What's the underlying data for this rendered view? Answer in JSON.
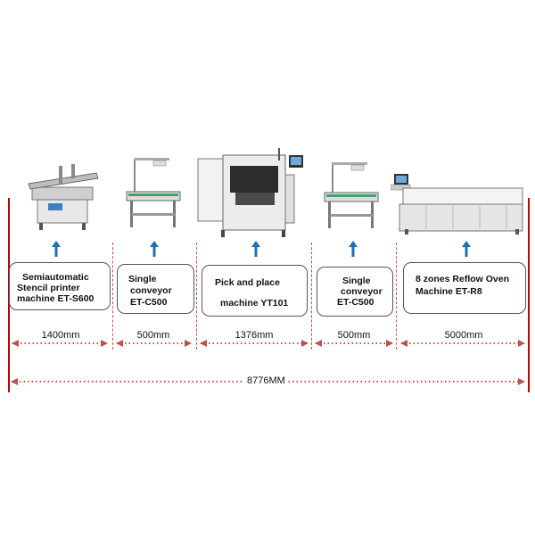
{
  "machines": [
    {
      "name": "semiautomatic-stencil-printer",
      "label_lines": [
        "Semiautomatic",
        "Stencil printer",
        "machine ET-S600"
      ],
      "length": "1400mm"
    },
    {
      "name": "single-conveyor-1",
      "label_lines": [
        "Single",
        "conveyor",
        "ET-C500"
      ],
      "length": "500mm"
    },
    {
      "name": "pick-and-place",
      "label_lines": [
        "Pick and place",
        "machine YT101"
      ],
      "length": "1376mm"
    },
    {
      "name": "single-conveyor-2",
      "label_lines": [
        "Single",
        "conveyor",
        "ET-C500"
      ],
      "length": "500mm"
    },
    {
      "name": "reflow-oven",
      "label_lines": [
        "8 zones Reflow Oven",
        "Machine ET-R8"
      ],
      "length": "5000mm"
    }
  ],
  "total_length": "8776MM",
  "colors": {
    "dimension_line": "#c0504d",
    "edge_line": "#c00000",
    "arrow": "#1f6fb5"
  }
}
